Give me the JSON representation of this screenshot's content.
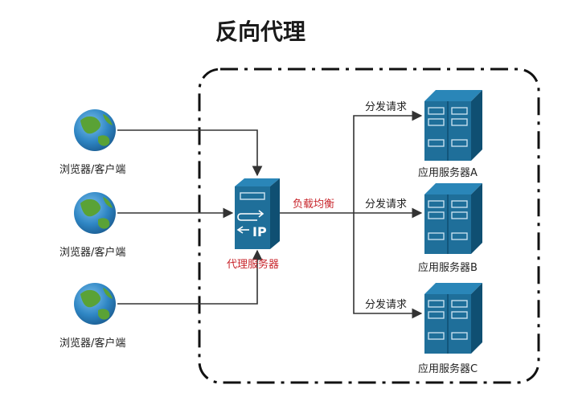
{
  "title": "反向代理",
  "clients": [
    {
      "label": "浏览器/客户端"
    },
    {
      "label": "浏览器/客户端"
    },
    {
      "label": "浏览器/客户端"
    }
  ],
  "proxy": {
    "label": "代理服务器",
    "badge": "IP"
  },
  "load_balance_label": "负载均衡",
  "servers": [
    {
      "label": "应用服务器A",
      "edge_label": "分发请求"
    },
    {
      "label": "应用服务器B",
      "edge_label": "分发请求"
    },
    {
      "label": "应用服务器C",
      "edge_label": "分发请求"
    }
  ],
  "colors": {
    "server_blue": "#1f6f9a",
    "server_dark": "#0f4f72",
    "label_red": "#c8262c",
    "line": "#333333",
    "globe_ocean": "#2f86c4",
    "globe_land": "#5aa236"
  }
}
